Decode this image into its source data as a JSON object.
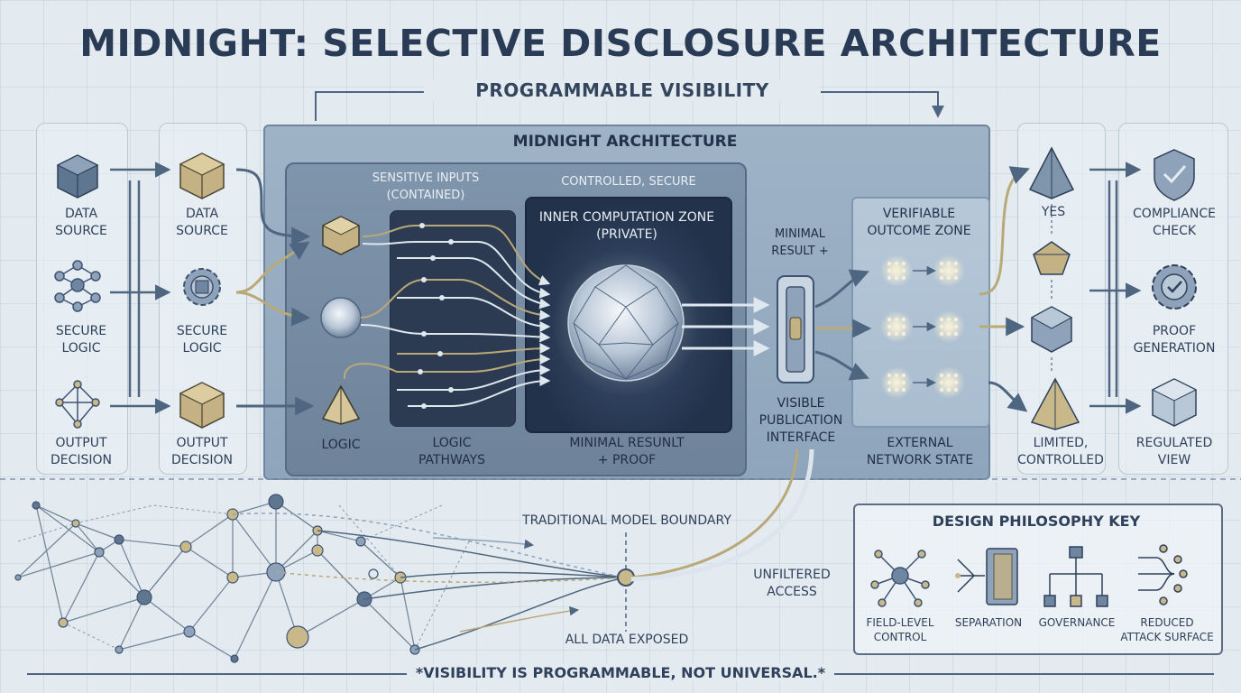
{
  "title": "MIDNIGHT: SELECTIVE DISCLOSURE ARCHITECTURE",
  "subtitle": "PROGRAMMABLE VISIBILITY",
  "left_column": {
    "items": [
      {
        "label1": "DATA",
        "label2": "SOURCE"
      },
      {
        "label1": "SECURE",
        "label2": "LOGIC"
      },
      {
        "label1": "OUTPUT",
        "label2": "DECISION"
      }
    ]
  },
  "second_column": {
    "items": [
      {
        "label1": "DATA",
        "label2": "SOURCE"
      },
      {
        "label1": "SECURE",
        "label2": "LOGIC"
      },
      {
        "label1": "OUTPUT",
        "label2": "DECISION"
      }
    ]
  },
  "architecture": {
    "title": "MIDNIGHT ARCHITECTURE",
    "sensitive_inputs": {
      "line1": "SENSITIVE INPUTS",
      "line2": "(CONTAINED)"
    },
    "controlled": "CONTROLLED, SECURE",
    "inner_zone": {
      "line1": "INNER COMPUTATION ZONE",
      "line2": "(PRIVATE)"
    },
    "logic_label": "LOGIC",
    "pathways_label": {
      "line1": "LOGIC",
      "line2": "PATHWAYS"
    },
    "minimal_result_proof": {
      "line1": "MINIMAL RESUNLT",
      "line2": "+ PROOF"
    },
    "minimal_result_top": {
      "line1": "MINIMAL",
      "line2": "RESULT +"
    },
    "publication": {
      "line1": "VISIBLE",
      "line2": "PUBLICATION",
      "line3": "INTERFACE"
    },
    "outcome_zone": {
      "line1": "VERIFIABLE",
      "line2": "OUTCOME ZONE"
    },
    "network_state": {
      "line1": "EXTERNAL",
      "line2": "NETWORK STATE"
    }
  },
  "right_column": {
    "yes": "YES",
    "limited": {
      "line1": "LIMITED,",
      "line2": "CONTROLLED"
    }
  },
  "far_right_column": {
    "items": [
      {
        "label1": "COMPLIANCE",
        "label2": "CHECK"
      },
      {
        "label1": "PROOF",
        "label2": "GENERATION"
      },
      {
        "label1": "REGULATED",
        "label2": "VIEW"
      }
    ]
  },
  "traditional": {
    "boundary": "TRADITIONAL MODEL BOUNDARY",
    "unfiltered": {
      "line1": "UNFILTERED",
      "line2": "ACCESS"
    },
    "exposed": "ALL DATA EXPOSED"
  },
  "key": {
    "title": "DESIGN PHILOSOPHY KEY",
    "items": [
      {
        "line1": "FIELD-LEVEL",
        "line2": "CONTROL"
      },
      {
        "line1": "SEPARATION",
        "line2": ""
      },
      {
        "line1": "GOVERNANCE",
        "line2": ""
      },
      {
        "line1": "REDUCED",
        "line2": "ATTACK SURFACE"
      }
    ]
  },
  "footer": "*VISIBILITY IS PROGRAMMABLE, NOT UNIVERSAL.*",
  "colors": {
    "navy": "#2c3d55",
    "gold": "#b9a878",
    "slate_blue": "#8ea5bb",
    "dark_zone": "#22324b"
  }
}
